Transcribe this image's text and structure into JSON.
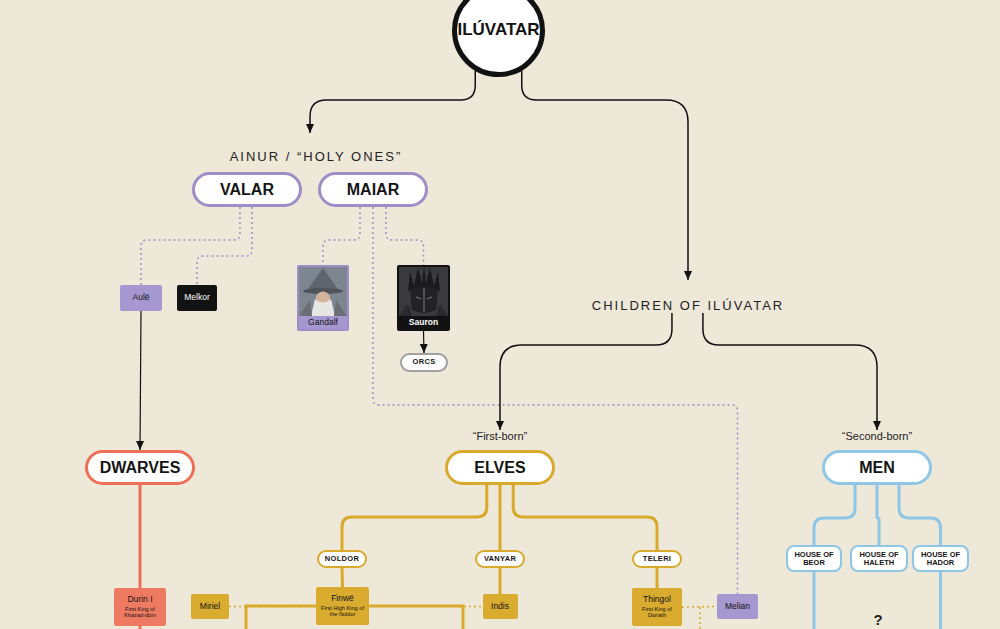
{
  "diagram": {
    "nodes": [
      {
        "text": [
          "ILÚVATAR"
        ]
      },
      {
        "text": [
          "AINUR / “HOLY ONES”"
        ]
      },
      {
        "text": [
          "VALAR"
        ]
      },
      {
        "text": [
          "MAIAR"
        ]
      },
      {
        "text": [
          "Aulë"
        ]
      },
      {
        "text": [
          "Melkor"
        ]
      },
      {
        "text": [
          "Gandalf"
        ]
      },
      {
        "text": [
          "Sauron"
        ]
      },
      {
        "text": [
          "ORCS"
        ]
      },
      {
        "text": [
          "CHILDREN OF ILÚVATAR"
        ]
      },
      {
        "text": [
          "DWARVES"
        ]
      },
      {
        "text": [
          "“First-born”",
          "ELVES"
        ]
      },
      {
        "text": [
          "“Second-born”",
          "MEN"
        ]
      },
      {
        "text": [
          "NOLDOR"
        ]
      },
      {
        "text": [
          "VANYAR"
        ]
      },
      {
        "text": [
          "TELERI"
        ]
      },
      {
        "text": [
          "HOUSE OF BEOR"
        ]
      },
      {
        "text": [
          "HOUSE OF HALETH"
        ]
      },
      {
        "text": [
          "HOUSE OF HADOR"
        ]
      },
      {
        "text": [
          "Durin I",
          "First King of Khazad-dûm"
        ]
      },
      {
        "text": [
          "Miriel"
        ]
      },
      {
        "text": [
          "Finwë",
          "First High King of the Noldor"
        ]
      },
      {
        "text": [
          "Indis"
        ]
      },
      {
        "text": [
          "Thingol",
          "First King of Doriath"
        ]
      },
      {
        "text": [
          "Melian"
        ]
      }
    ],
    "edges": [
      {
        "from": 0,
        "to": 1,
        "arrow": "to"
      },
      {
        "from": 0,
        "to": 9,
        "arrow": "to"
      },
      {
        "from": 2,
        "to": 4,
        "arrow": "none"
      },
      {
        "from": 2,
        "to": 5,
        "arrow": "none"
      },
      {
        "from": 3,
        "to": 6,
        "arrow": "none"
      },
      {
        "from": 3,
        "to": 7,
        "arrow": "none"
      },
      {
        "from": 3,
        "to": 24,
        "arrow": "none"
      },
      {
        "from": 7,
        "to": 8,
        "arrow": "to"
      },
      {
        "from": 4,
        "to": 10,
        "arrow": "to"
      },
      {
        "from": 9,
        "to": 11,
        "arrow": "to"
      },
      {
        "from": 9,
        "to": 12,
        "arrow": "to"
      },
      {
        "from": 10,
        "to": 19,
        "arrow": "none"
      },
      {
        "from": 11,
        "to": 13,
        "arrow": "none"
      },
      {
        "from": 11,
        "to": 14,
        "arrow": "none"
      },
      {
        "from": 11,
        "to": 15,
        "arrow": "none"
      },
      {
        "from": 13,
        "to": 21,
        "arrow": "none"
      },
      {
        "from": 14,
        "to": 22,
        "arrow": "none"
      },
      {
        "from": 15,
        "to": 23,
        "arrow": "none"
      },
      {
        "from": 12,
        "to": 16,
        "arrow": "none"
      },
      {
        "from": 12,
        "to": 17,
        "arrow": "none"
      },
      {
        "from": 12,
        "to": 18,
        "arrow": "none"
      },
      {
        "from": 20,
        "to": 21,
        "arrow": "none"
      },
      {
        "from": 21,
        "to": 22,
        "arrow": "none"
      },
      {
        "from": 23,
        "to": 24,
        "arrow": "none"
      }
    ],
    "labels": [
      "?"
    ]
  }
}
